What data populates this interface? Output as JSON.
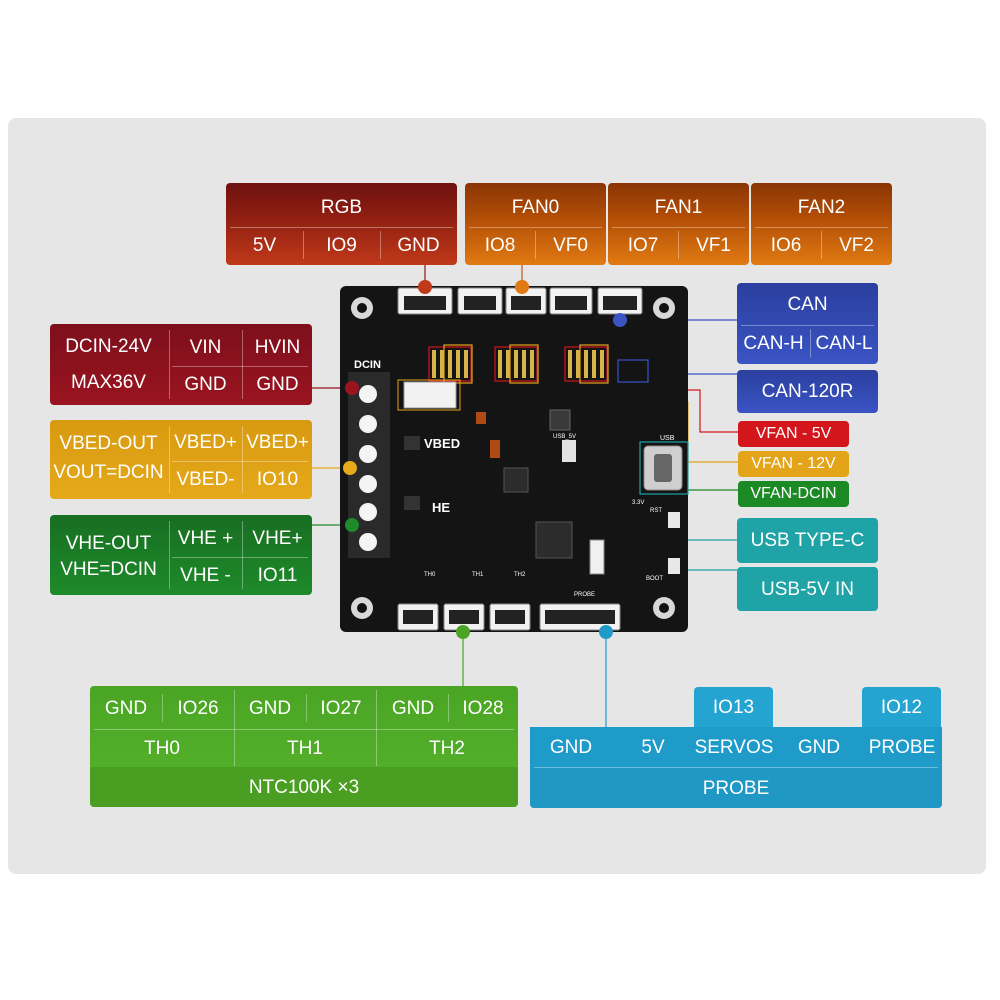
{
  "colors": {
    "red": "#c0391a",
    "orange": "#e07a12",
    "darkred": "#9a1420",
    "yellow": "#e5a91b",
    "green": "#1e8a2a",
    "blue": "#3b54c4",
    "teal": "#1fa3a6",
    "lightgreen": "#57b42c",
    "cyan": "#1f9bc9"
  },
  "rgb": {
    "title": "RGB",
    "pins": [
      "5V",
      "IO9",
      "GND"
    ]
  },
  "fans": [
    {
      "title": "FAN0",
      "pins": [
        "IO8",
        "VF0"
      ]
    },
    {
      "title": "FAN1",
      "pins": [
        "IO7",
        "VF1"
      ]
    },
    {
      "title": "FAN2",
      "pins": [
        "IO6",
        "VF2"
      ]
    }
  ],
  "dcin": {
    "label1": "DCIN-24V",
    "label2": "MAX36V",
    "pins": [
      "VIN",
      "HVIN",
      "GND",
      "GND"
    ]
  },
  "vbed": {
    "label1": "VBED-OUT",
    "label2": "VOUT=DCIN",
    "pins": [
      "VBED+",
      "VBED+",
      "VBED-",
      "IO10"
    ]
  },
  "vhe": {
    "label1": "VHE-OUT",
    "label2": "VHE=DCIN",
    "pins": [
      "VHE +",
      "VHE+",
      "VHE -",
      "IO11"
    ]
  },
  "can": {
    "title": "CAN",
    "pins": [
      "CAN-H",
      "CAN-L"
    ],
    "termination": "CAN-120R"
  },
  "vfan_tags": [
    "VFAN - 5V",
    "VFAN - 12V",
    "VFAN-DCIN"
  ],
  "usb_tags": [
    "USB TYPE-C",
    "USB-5V IN"
  ],
  "thermistors": {
    "pins": [
      "GND",
      "IO26",
      "GND",
      "IO27",
      "GND",
      "IO28"
    ],
    "names": [
      "TH0",
      "TH1",
      "TH2"
    ],
    "footer": "NTC100K ×3"
  },
  "probe": {
    "top_pins": [
      "IO13",
      "IO12"
    ],
    "pins": [
      "GND",
      "5V",
      "SERVOS",
      "GND",
      "PROBE"
    ],
    "footer": "PROBE"
  },
  "board": {
    "silk_dcin": "DCIN",
    "silk_vbed": "VBED",
    "silk_he": "HE",
    "silk_th": [
      "TH0",
      "TH1",
      "TH2"
    ],
    "silk_usb": "USB",
    "silk_usb5v": "USB_5V",
    "silk_probe": "PROBE",
    "silk_boot": "BOOT",
    "silk_rst": "RST",
    "silk_33v": "3.3V"
  }
}
